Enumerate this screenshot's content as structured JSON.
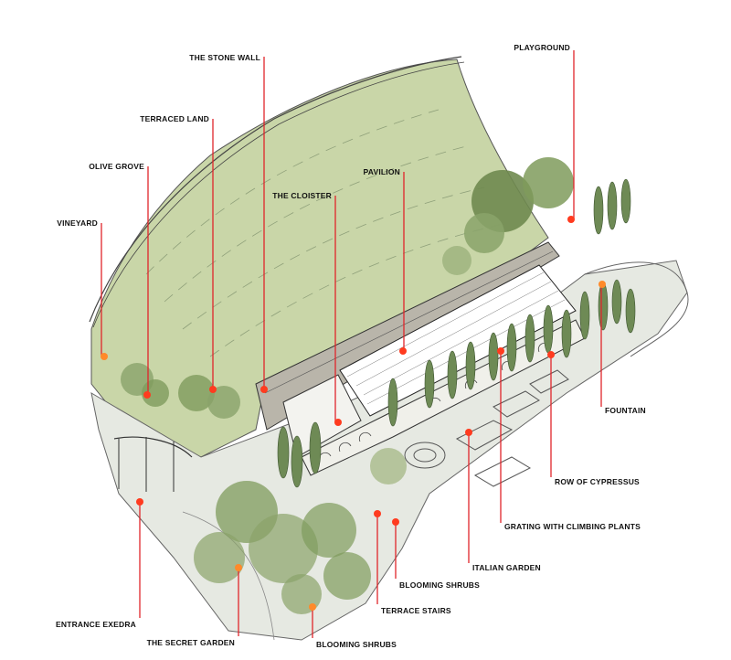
{
  "labels": {
    "stone_wall": "THE STONE WALL",
    "playground": "PLAYGROUND",
    "terraced_land": "TERRACED LAND",
    "olive_grove": "OLIVE GROVE",
    "pavilion": "PAVILION",
    "cloister": "THE CLOISTER",
    "vineyard": "VINEYARD",
    "fountain": "FOUNTAIN",
    "row_of_cypressus": "ROW OF CYPRESSUS",
    "grating": "GRATING WITH CLIMBING PLANTS",
    "italian_garden": "ITALIAN GARDEN",
    "blooming_shrubs_1": "BLOOMING SHRUBS",
    "terrace_stairs": "TERRACE STAIRS",
    "entrance_exedra": "ENTRANCE EXEDRA",
    "secret_garden": "THE SECRET GARDEN",
    "blooming_shrubs_2": "BLOOMING SHRUBS"
  },
  "colors": {
    "leader_line": "#e0252b",
    "marker_red": "#ff3b1f",
    "marker_orange": "#ff8a2a",
    "hill_green": "#c9d6a8",
    "tree_green": "#7f9b5c",
    "paving": "#e6e9e2"
  }
}
